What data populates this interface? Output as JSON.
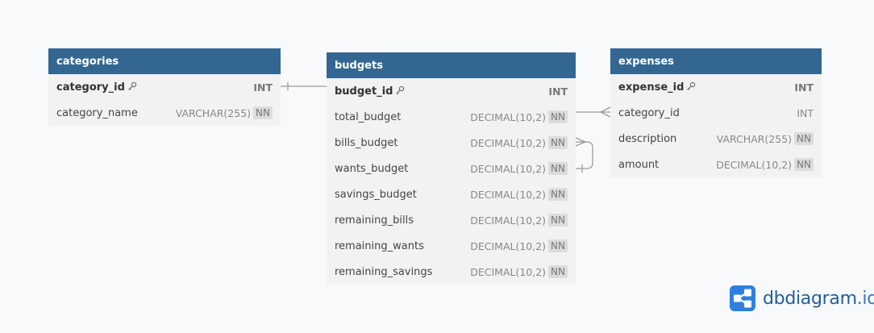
{
  "tables": {
    "categories": {
      "name": "categories",
      "fields": [
        {
          "name": "category_id",
          "type": "INT",
          "pk": true,
          "nn": ""
        },
        {
          "name": "category_name",
          "type": "VARCHAR(255)",
          "pk": false,
          "nn": "NN"
        }
      ]
    },
    "budgets": {
      "name": "budgets",
      "fields": [
        {
          "name": "budget_id",
          "type": "INT",
          "pk": true,
          "nn": ""
        },
        {
          "name": "total_budget",
          "type": "DECIMAL(10,2)",
          "pk": false,
          "nn": "NN"
        },
        {
          "name": "bills_budget",
          "type": "DECIMAL(10,2)",
          "pk": false,
          "nn": "NN"
        },
        {
          "name": "wants_budget",
          "type": "DECIMAL(10,2)",
          "pk": false,
          "nn": "NN"
        },
        {
          "name": "savings_budget",
          "type": "DECIMAL(10,2)",
          "pk": false,
          "nn": "NN"
        },
        {
          "name": "remaining_bills",
          "type": "DECIMAL(10,2)",
          "pk": false,
          "nn": "NN"
        },
        {
          "name": "remaining_wants",
          "type": "DECIMAL(10,2)",
          "pk": false,
          "nn": "NN"
        },
        {
          "name": "remaining_savings",
          "type": "DECIMAL(10,2)",
          "pk": false,
          "nn": "NN"
        }
      ]
    },
    "expenses": {
      "name": "expenses",
      "fields": [
        {
          "name": "expense_id",
          "type": "INT",
          "pk": true,
          "nn": ""
        },
        {
          "name": "category_id",
          "type": "INT",
          "pk": false,
          "nn": ""
        },
        {
          "name": "description",
          "type": "VARCHAR(255)",
          "pk": false,
          "nn": "NN"
        },
        {
          "name": "amount",
          "type": "DECIMAL(10,2)",
          "pk": false,
          "nn": "NN"
        }
      ]
    }
  },
  "brand": {
    "name": "dbdiagram",
    "tld": ".io"
  },
  "colors": {
    "header": "#336791",
    "connector": "#9a9a9a",
    "logo": "#2f7fe0"
  }
}
